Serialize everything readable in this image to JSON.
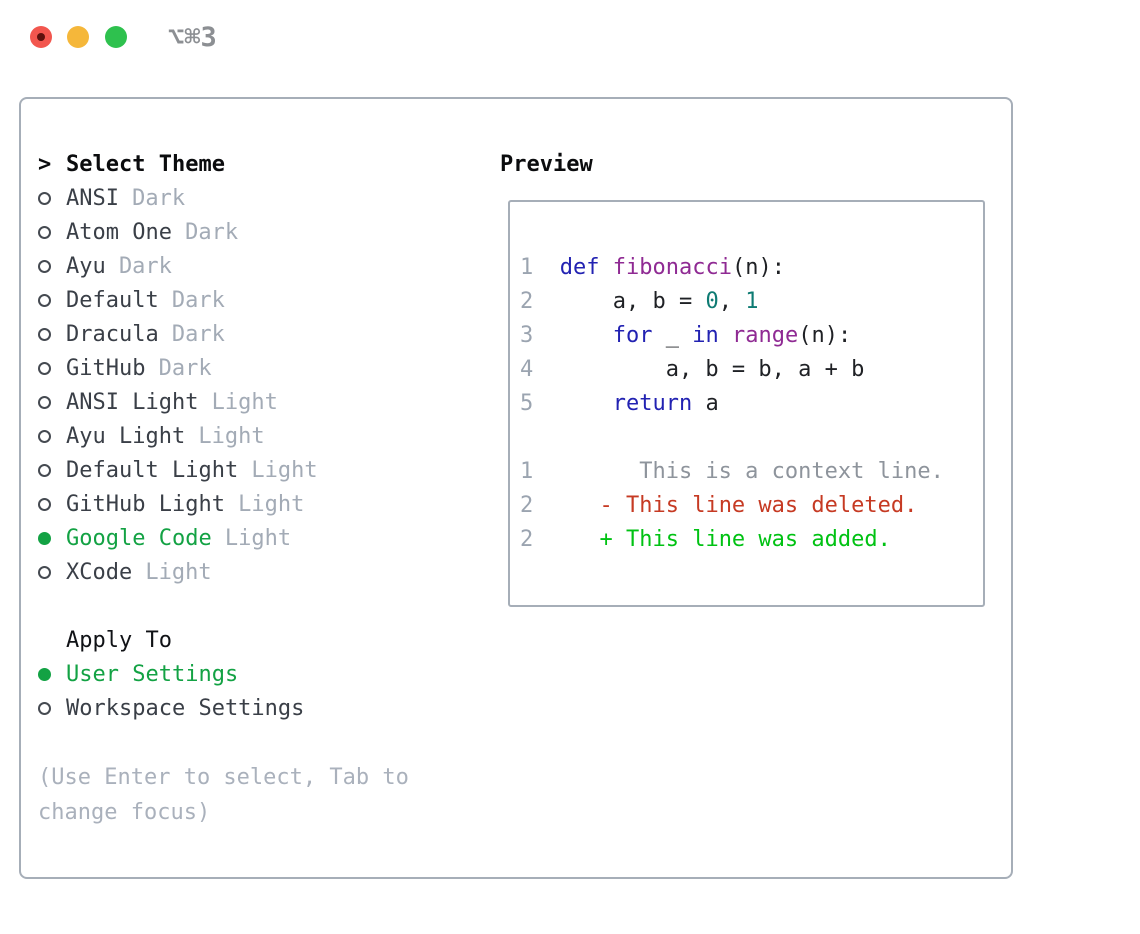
{
  "titlebar": {
    "title": "⌥⌘3",
    "traffic_lights": [
      "close",
      "minimize",
      "zoom"
    ]
  },
  "theme_panel": {
    "cursor": ">",
    "list_title": "Select Theme",
    "themes": [
      {
        "name": "ANSI",
        "variant": "Dark",
        "selected": false
      },
      {
        "name": "Atom One",
        "variant": "Dark",
        "selected": false
      },
      {
        "name": "Ayu",
        "variant": "Dark",
        "selected": false
      },
      {
        "name": "Default",
        "variant": "Dark",
        "selected": false
      },
      {
        "name": "Dracula",
        "variant": "Dark",
        "selected": false
      },
      {
        "name": "GitHub",
        "variant": "Dark",
        "selected": false
      },
      {
        "name": "ANSI Light",
        "variant": "Light",
        "selected": false
      },
      {
        "name": "Ayu Light",
        "variant": "Light",
        "selected": false
      },
      {
        "name": "Default Light",
        "variant": "Light",
        "selected": false
      },
      {
        "name": "GitHub Light",
        "variant": "Light",
        "selected": false
      },
      {
        "name": "Google Code",
        "variant": "Light",
        "selected": true
      },
      {
        "name": "XCode",
        "variant": "Light",
        "selected": false
      }
    ],
    "apply_to": {
      "label": "Apply To",
      "options": [
        {
          "label": "User Settings",
          "selected": true
        },
        {
          "label": "Workspace Settings",
          "selected": false
        }
      ]
    },
    "help_text": "(Use Enter to select, Tab to\nchange focus)"
  },
  "preview": {
    "title": "Preview",
    "lines": [
      [
        {
          "t": "1",
          "c": "ln"
        },
        {
          "t": "  ",
          "c": "code"
        },
        {
          "t": "def",
          "c": "kw"
        },
        {
          "t": " ",
          "c": "code"
        },
        {
          "t": "fibonacci",
          "c": "fn"
        },
        {
          "t": "(n):",
          "c": "code"
        }
      ],
      [
        {
          "t": "2",
          "c": "ln"
        },
        {
          "t": "      a, b = ",
          "c": "code"
        },
        {
          "t": "0",
          "c": "num"
        },
        {
          "t": ", ",
          "c": "code"
        },
        {
          "t": "1",
          "c": "num"
        }
      ],
      [
        {
          "t": "3",
          "c": "ln"
        },
        {
          "t": "      ",
          "c": "code"
        },
        {
          "t": "for",
          "c": "kw"
        },
        {
          "t": " _ ",
          "c": "code"
        },
        {
          "t": "in",
          "c": "kw"
        },
        {
          "t": " ",
          "c": "code"
        },
        {
          "t": "range",
          "c": "fn"
        },
        {
          "t": "(n):",
          "c": "code"
        }
      ],
      [
        {
          "t": "4",
          "c": "ln"
        },
        {
          "t": "          a, b = b, a + b",
          "c": "code"
        }
      ],
      [
        {
          "t": "5",
          "c": "ln"
        },
        {
          "t": "      ",
          "c": "code"
        },
        {
          "t": "return",
          "c": "kw"
        },
        {
          "t": " a",
          "c": "code"
        }
      ],
      [],
      [
        {
          "t": "1",
          "c": "ln"
        },
        {
          "t": "        This is a context line.",
          "c": "ctx"
        }
      ],
      [
        {
          "t": "2",
          "c": "ln"
        },
        {
          "t": "     ",
          "c": "code"
        },
        {
          "t": "- This line was deleted.",
          "c": "del"
        }
      ],
      [
        {
          "t": "2",
          "c": "ln"
        },
        {
          "t": "     ",
          "c": "code"
        },
        {
          "t": "+ This line was added.",
          "c": "add"
        }
      ]
    ]
  },
  "colors": {
    "ln": "#9ba4b0",
    "kw": "#2222b2",
    "fn": "#8f2a93",
    "code": "#1f2125",
    "num": "#0e7b73",
    "ctx": "#8e949c",
    "del": "#c63a23",
    "add": "#00c213",
    "ui_selected_green": "#13a244",
    "panel_border": "#a6aeb8",
    "secondary_gray": "#a3abb6",
    "traffic_red": "#f2564e",
    "traffic_yellow": "#f5b73a",
    "traffic_green": "#2ec14e"
  }
}
